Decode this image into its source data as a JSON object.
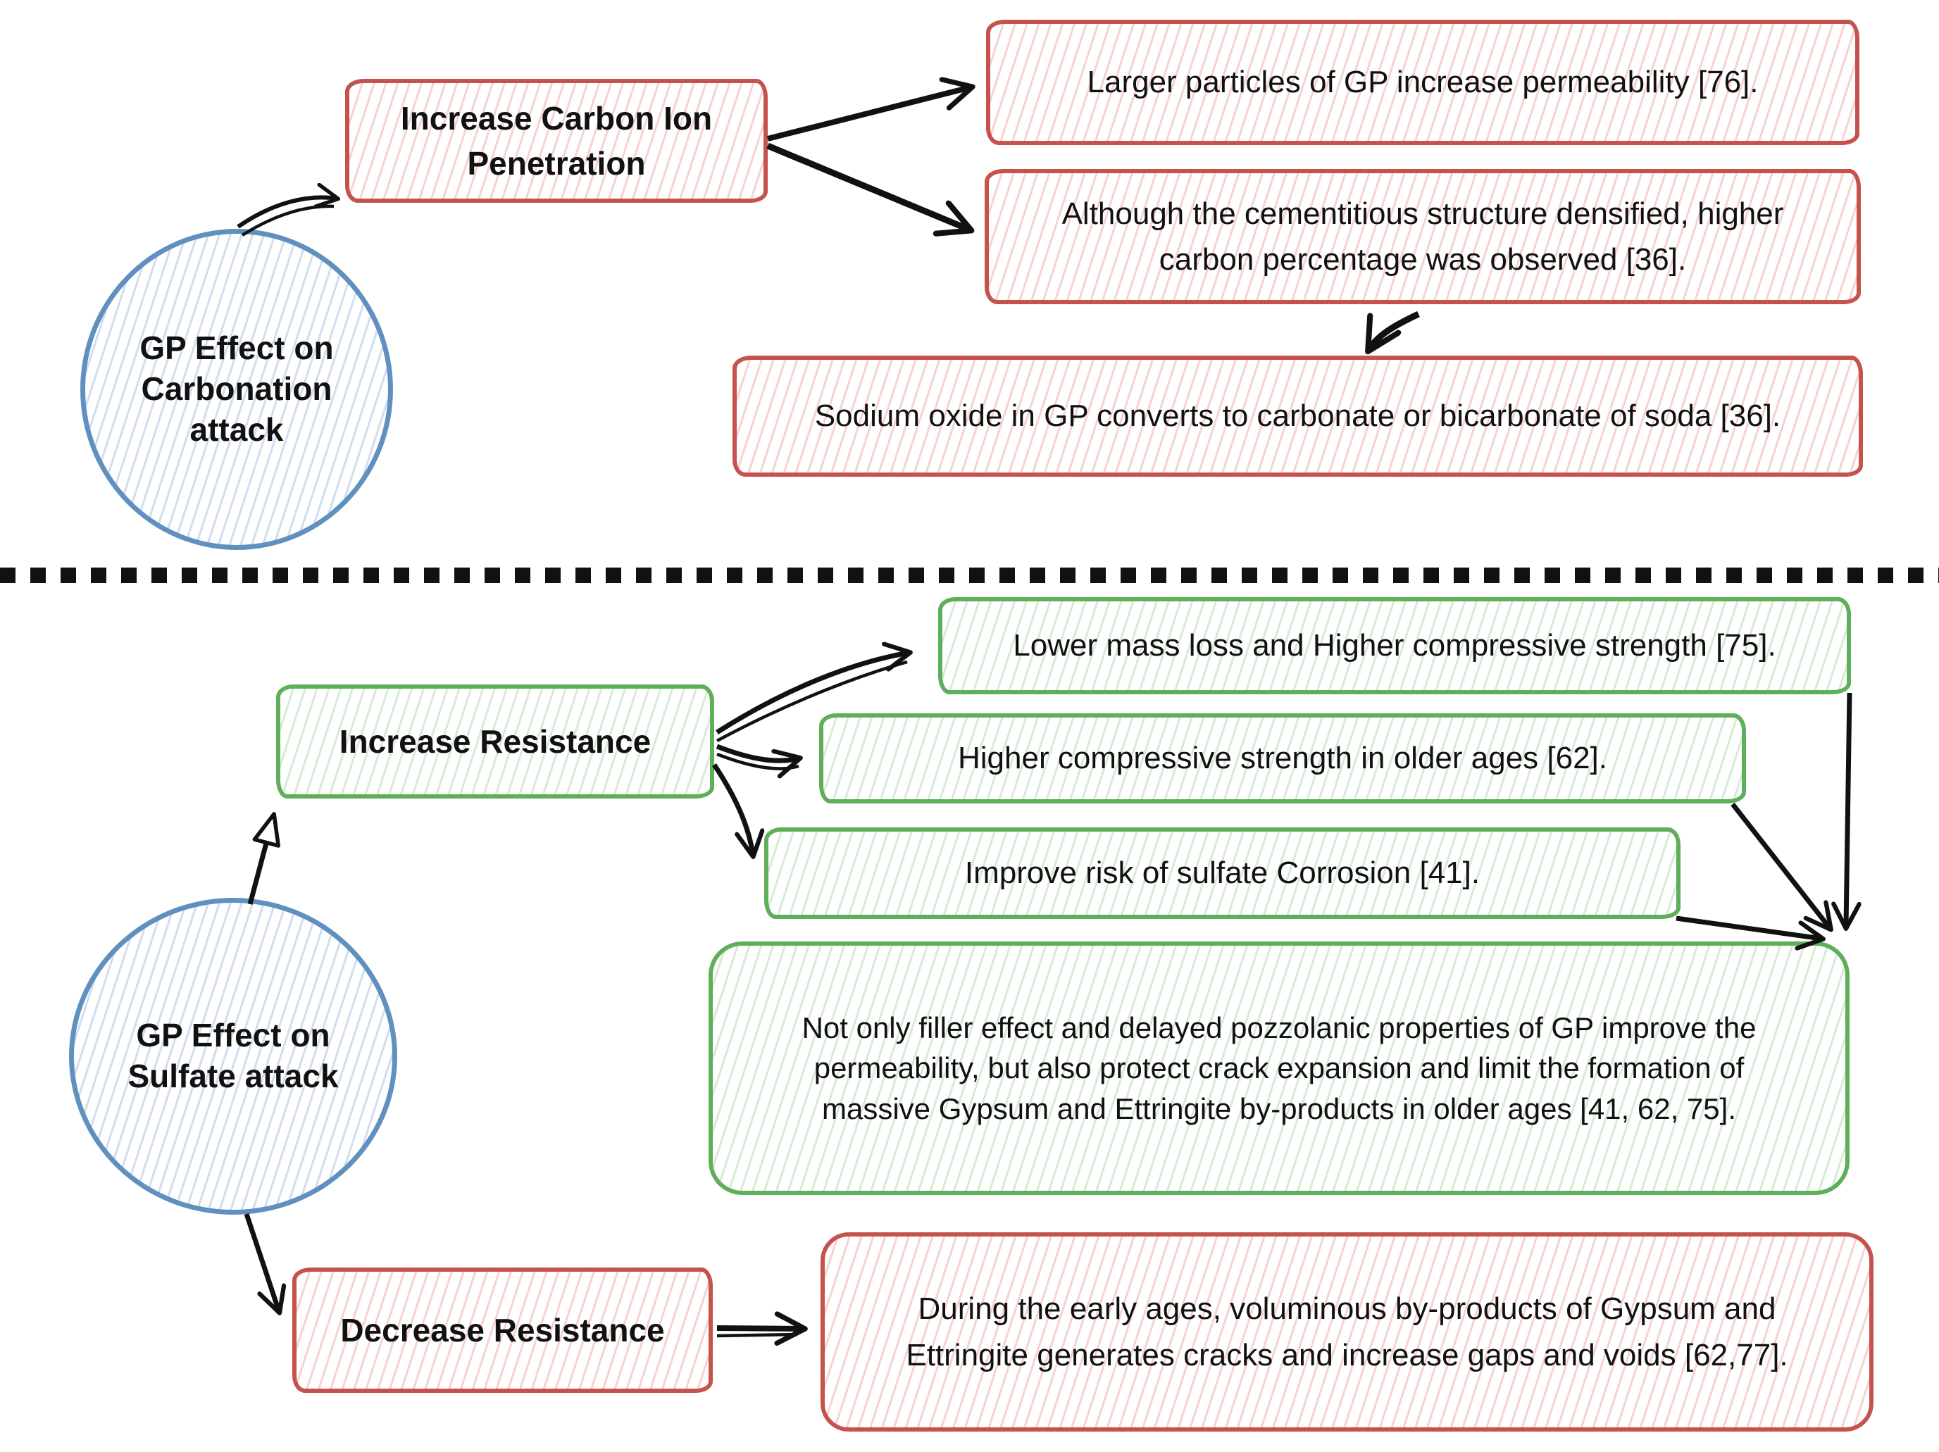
{
  "colors": {
    "hub_stroke": "#6090c0",
    "negative_stroke": "#c6524d",
    "positive_stroke": "#5fae5a",
    "ink": "#111111"
  },
  "carbonation": {
    "hub": {
      "lines": [
        "GP Effect on",
        "Carbonation",
        "attack"
      ]
    },
    "cause": {
      "lines": [
        "Increase Carbon Ion",
        "Penetration"
      ]
    },
    "findings": [
      {
        "lines": [
          "Larger particles of GP increase permeability [76]."
        ]
      },
      {
        "lines": [
          "Although the cementitious structure densified, higher",
          "carbon percentage was observed [36]."
        ]
      },
      {
        "lines": [
          "Sodium oxide in GP converts to carbonate or bicarbonate of soda [36]."
        ]
      }
    ]
  },
  "sulfate": {
    "hub": {
      "lines": [
        "GP Effect on",
        "Sulfate attack"
      ]
    },
    "increase": {
      "label": "Increase Resistance"
    },
    "decrease": {
      "label": "Decrease Resistance"
    },
    "increase_findings": [
      {
        "lines": [
          "Lower mass loss and Higher compressive strength [75]."
        ]
      },
      {
        "lines": [
          "Higher compressive strength in older ages [62]."
        ]
      },
      {
        "lines": [
          "Improve risk of sulfate Corrosion [41]."
        ]
      },
      {
        "lines": [
          "Not only filler effect and delayed pozzolanic properties of GP improve the",
          "permeability, but also protect crack expansion and limit the formation of",
          "massive Gypsum and Ettringite by-products in older ages [41, 62, 75]."
        ]
      }
    ],
    "decrease_findings": [
      {
        "lines": [
          "During the early ages, voluminous by-products of Gypsum and",
          "Ettringite generates cracks and increase gaps and voids [62,77]."
        ]
      }
    ]
  }
}
